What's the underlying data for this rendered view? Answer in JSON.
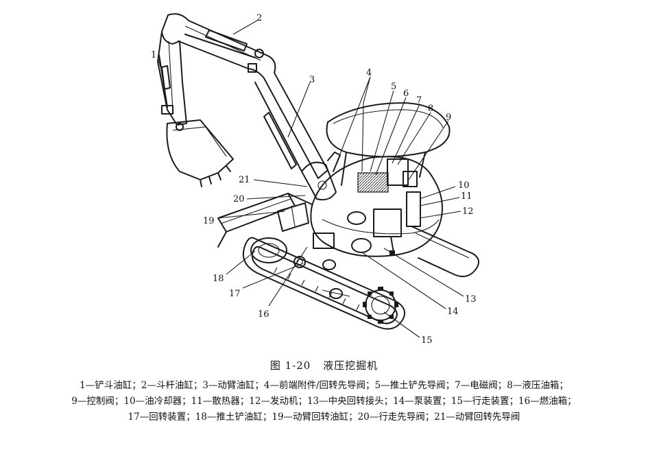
{
  "figure": {
    "number": "图 1-20",
    "title": "液压挖掘机"
  },
  "callouts": [
    "1",
    "2",
    "3",
    "4",
    "5",
    "6",
    "7",
    "8",
    "9",
    "10",
    "11",
    "12",
    "13",
    "14",
    "15",
    "16",
    "17",
    "18",
    "19",
    "20",
    "21"
  ],
  "legend_lines": [
    "1—铲斗油缸；2—斗杆油缸；3—动臂油缸；4—前端附件/回转先导阀；5—推土铲先导阀；7—电磁阀；8—液压油箱；",
    "9—控制阀；10—油冷却器；11—散热器；12—发动机；13—中央回转接头；14—泵装置；15—行走装置；16—燃油箱；",
    "17—回转装置；18—推土铲油缸；19—动臂回转油缸；20—行走先导阀；21—动臂回转先导阀"
  ]
}
